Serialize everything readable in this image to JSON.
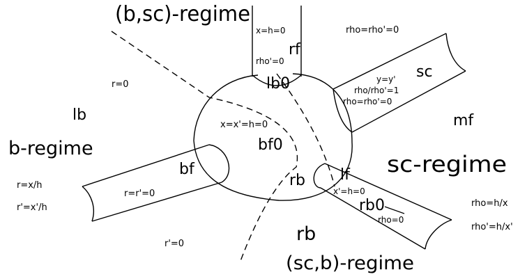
{
  "regimes": {
    "b_sc": "(b,sc)-regime",
    "b": "b-regime",
    "sc": "sc-regime",
    "sc_b": "(sc,b)-regime"
  },
  "faces": {
    "rf": "rf",
    "lb0": "lb0",
    "sc": "sc",
    "mf": "mf",
    "lb": "lb",
    "bf": "bf",
    "bf0": "bf0",
    "rb_inner": "rb",
    "lf": "lf",
    "rb0": "rb0",
    "rb_outer": "rb"
  },
  "equations": {
    "xh0_top": "x=h=0",
    "rho_prime0_top": "rho'=0",
    "rho_eq_top": "rho=rho'=0",
    "yy": "y=y'",
    "rho_ratio": "rho/rho'=1",
    "rho_eq_sc": "rho=rho'=0",
    "r0": "r=0",
    "xxh0": "x=x'=h=0",
    "rr0": "r=r'=0",
    "r_xh": "r=x/h",
    "rp_xph": "r'=x'/h",
    "rp0": "r'=0",
    "xph0": "x'=h=0",
    "rho0": "rho=0",
    "rho_hx": "rho=h/x",
    "rhop_hxp": "rho'=h/x'"
  }
}
